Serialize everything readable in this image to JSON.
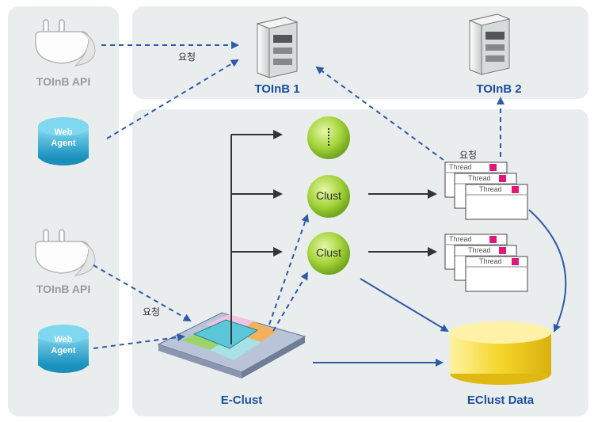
{
  "labels": {
    "api_top": "TOInB API",
    "api_bottom": "TOInB API",
    "web_agent_top": "Web\nAgent",
    "web_agent_bottom": "Web\nAgent",
    "server1": "TOInB 1",
    "server2": "TOInB 2",
    "eclust": "E-Clust",
    "eclust_data": "EClust Data",
    "clust_a": "Clust",
    "clust_b": "Clust",
    "request": "요청",
    "thread": "Thread"
  },
  "colors": {
    "panel": "#e9eded",
    "arrow_blue": "#2f5aa8",
    "arrow_dark": "#333333",
    "label_blue": "#1b4f9c",
    "label_gray": "#9a9a9a",
    "clust_green": "#a5d43c",
    "agent_cyan": "#27a9cf",
    "db_yellow": "#f2cf1f",
    "thread_pink": "#e0187c"
  }
}
